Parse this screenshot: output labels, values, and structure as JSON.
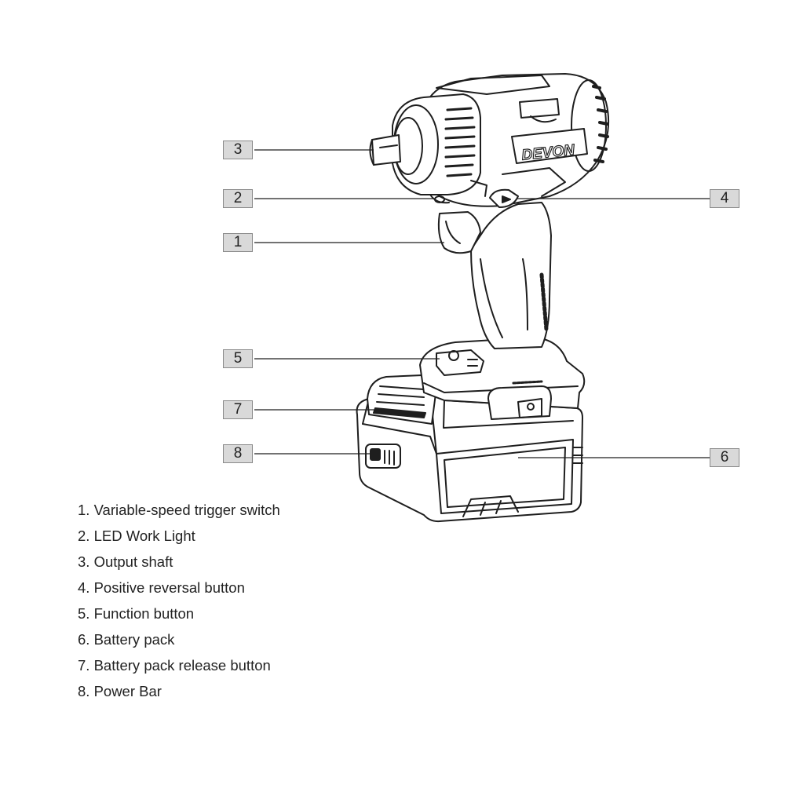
{
  "diagram": {
    "brand_logo": "DEVON",
    "callouts": [
      {
        "num": "1",
        "target": "trigger"
      },
      {
        "num": "2",
        "target": "led-light"
      },
      {
        "num": "3",
        "target": "output-shaft"
      },
      {
        "num": "4",
        "target": "reversal-button"
      },
      {
        "num": "5",
        "target": "function-button"
      },
      {
        "num": "6",
        "target": "battery-pack"
      },
      {
        "num": "7",
        "target": "battery-release-button"
      },
      {
        "num": "8",
        "target": "power-bar"
      }
    ]
  },
  "legend": [
    "1. Variable-speed trigger switch",
    "2. LED Work Light",
    "3. Output shaft",
    "4. Positive reversal button",
    "5. Function  button",
    "6. Battery pack",
    "7. Battery pack release button",
    "8. Power Bar"
  ]
}
